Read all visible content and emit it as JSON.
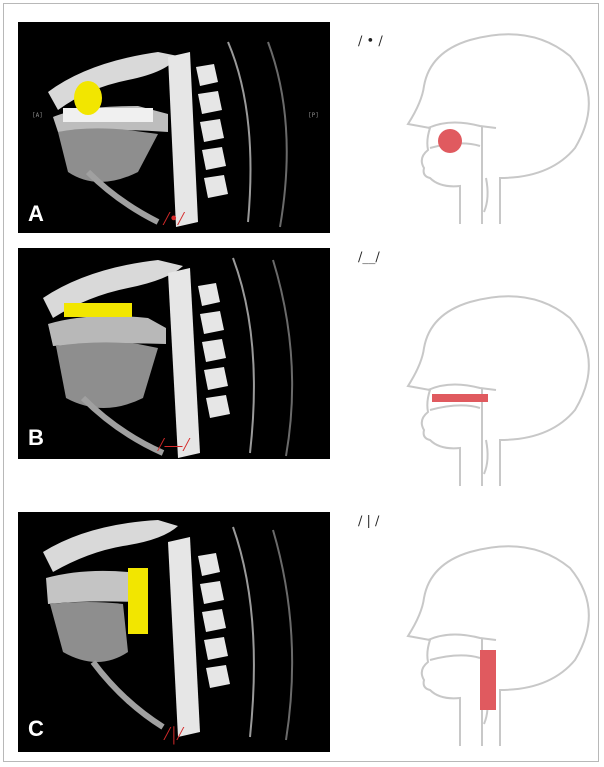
{
  "panels": [
    {
      "letter": "A",
      "ct_caption": "/•/",
      "marker_label": "/ • /",
      "shape": "circle"
    },
    {
      "letter": "B",
      "ct_caption": "/—/",
      "marker_label": "/__/",
      "shape": "horizontal-bar"
    },
    {
      "letter": "C",
      "ct_caption": "/|/",
      "marker_label": "/ | /",
      "shape": "vertical-bar"
    }
  ],
  "ct_side_tags": {
    "left": "[A]",
    "right": "[P]"
  },
  "colors": {
    "ct_marker": "#f2e600",
    "head_marker": "#e05a5f",
    "caption": "#d42a2a",
    "outline": "#c8c8c8"
  }
}
